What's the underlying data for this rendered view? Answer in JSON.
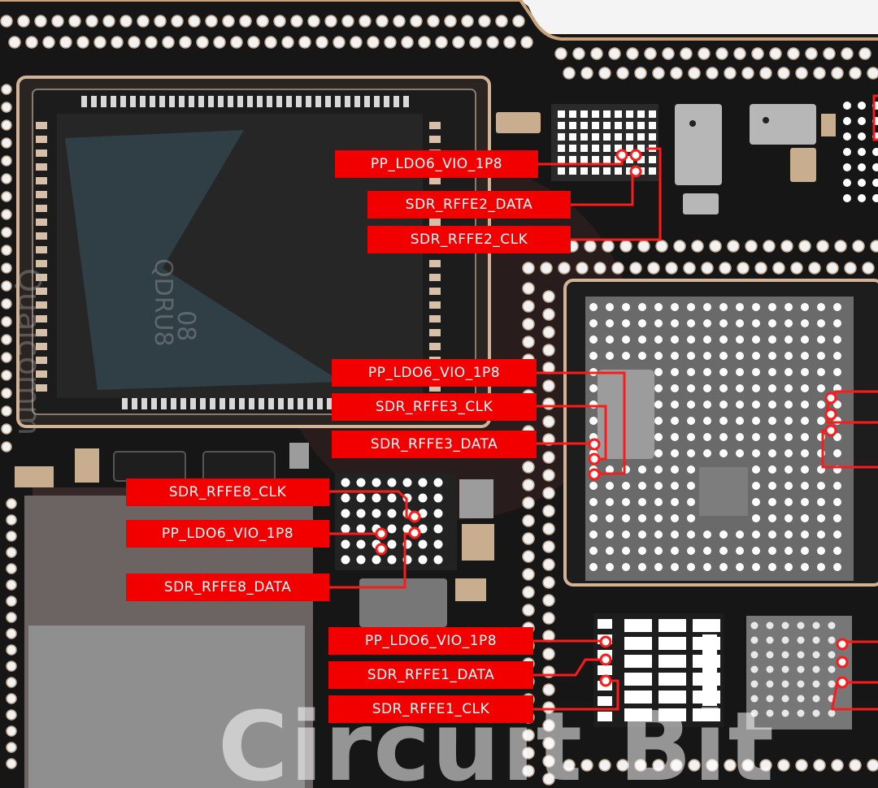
{
  "labels": {
    "l1": "PP_LDO6_VIO_1P8",
    "l2": "SDR_RFFE2_DATA",
    "l3": "SDR_RFFE2_CLK",
    "l4": "PP_LDO6_VIO_1P8",
    "l5": "SDR_RFFE3_CLK",
    "l6": "SDR_RFFE3_DATA",
    "l7": "SDR_RFFE8_CLK",
    "l8": "PP_LDO6_VIO_1P8",
    "l9": "SDR_RFFE8_DATA",
    "l10": "PP_LDO6_VIO_1P8",
    "l11": "SDR_RFFE1_DATA",
    "l12": "SDR_RFFE1_CLK"
  },
  "chip_marking": {
    "brand": "Qualcomm",
    "part": "QDRU8",
    "code": "08"
  },
  "watermark": "Circuit Bit",
  "colors": {
    "label_bg": "#f20000",
    "trace": "#ff1a1a",
    "board": "#151515",
    "pad": "#f2f2f2",
    "frame": "#d8b89a"
  }
}
